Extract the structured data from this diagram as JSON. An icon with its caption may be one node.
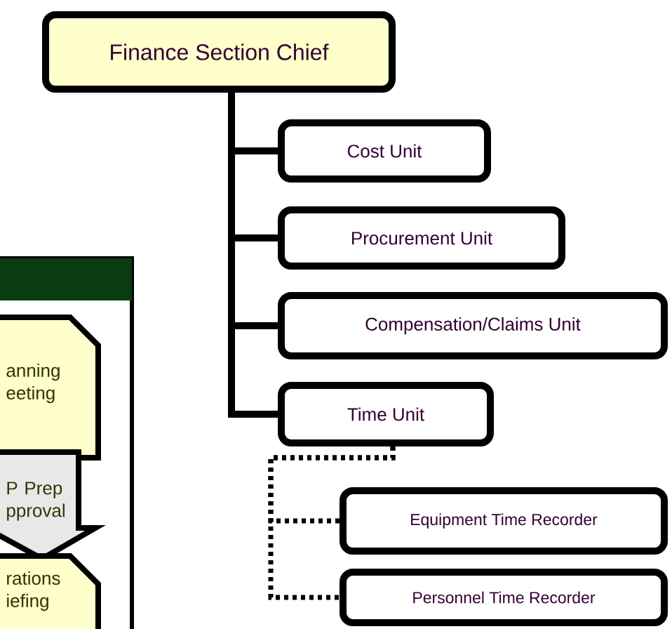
{
  "diagram": {
    "nodes": [
      {
        "text": [
          "Finance Section Chief"
        ]
      },
      {
        "text": [
          "Cost Unit"
        ]
      },
      {
        "text": [
          "Procurement Unit"
        ]
      },
      {
        "text": [
          "Compensation/Claims  Unit"
        ]
      },
      {
        "text": [
          "Time Unit"
        ]
      },
      {
        "text": [
          "Equipment Time Recorder"
        ]
      },
      {
        "text": [
          "Personnel Time Recorder"
        ]
      },
      {
        "text": [
          "anning eeting"
        ]
      },
      {
        "text": [
          "P Prep pproval"
        ]
      },
      {
        "text": [
          "rations iefing"
        ]
      }
    ],
    "edges": [
      {
        "from": 0,
        "to": 1,
        "arrow": "none"
      },
      {
        "from": 0,
        "to": 2,
        "arrow": "none"
      },
      {
        "from": 0,
        "to": 3,
        "arrow": "none"
      },
      {
        "from": 0,
        "to": 4,
        "arrow": "none"
      },
      {
        "from": 4,
        "to": 5,
        "arrow": "none",
        "style": "dashed"
      },
      {
        "from": 4,
        "to": 6,
        "arrow": "none",
        "style": "dashed"
      }
    ]
  }
}
